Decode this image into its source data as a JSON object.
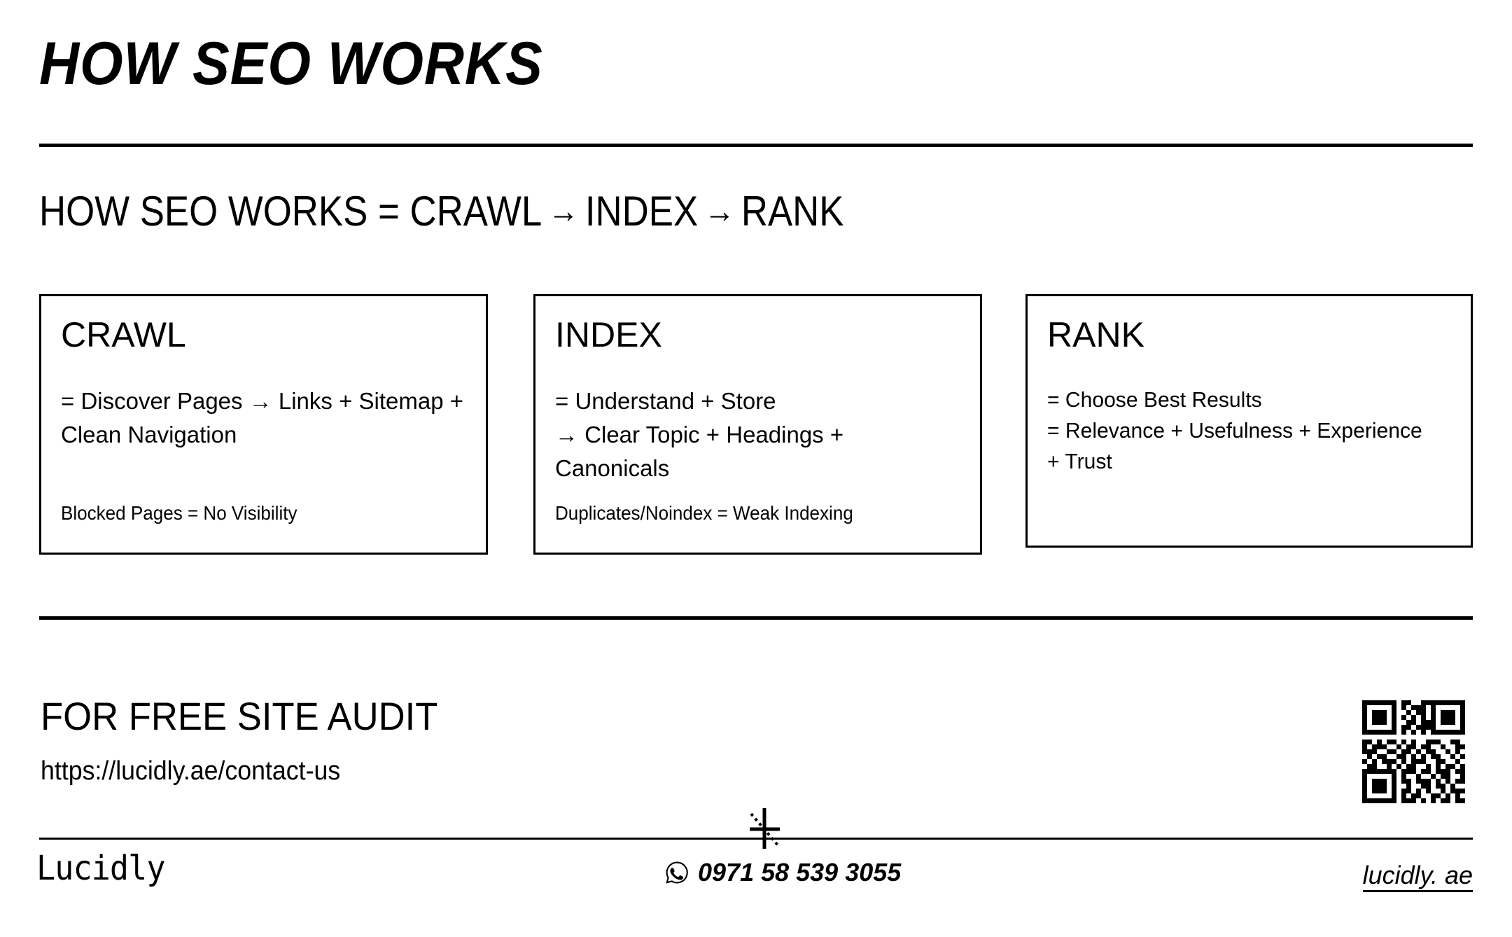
{
  "document": {
    "title": "HOW SEO WORKS",
    "formula": {
      "prefix": "HOW SEO WORKS = CRAWL",
      "arrow": "→",
      "middle": "INDEX",
      "arrow2": "→",
      "suffix": "RANK",
      "full_text": "HOW SEO WORKS = CRAWL → INDEX → RANK"
    }
  },
  "stages": [
    {
      "id": "crawl",
      "title": "CRAWL",
      "body": "= Discover Pages  →  Links + Sitemap + Clean Navigation",
      "note": "Blocked Pages = No Visibility"
    },
    {
      "id": "index",
      "title": "INDEX",
      "body": "= Understand + Store\n →  Clear Topic + Headings + Canonicals",
      "note": "Duplicates/Noindex = Weak Indexing"
    },
    {
      "id": "rank",
      "title": "RANK",
      "body": "= Choose Best Results\n = Relevance + Usefulness + Experience + Trust",
      "note": ""
    }
  ],
  "cta": {
    "heading": "FOR FREE SITE AUDIT",
    "url": "https://lucidly.ae/contact-us",
    "qr_icon": "qr-code"
  },
  "footer": {
    "brand": "Lucidly",
    "phone": "0971 58 539 3055",
    "phone_icon": "whatsapp-icon",
    "site": "lucidly. ae",
    "crop_mark_icon": "registration-crop-mark"
  },
  "colors": {
    "ink": "#000000",
    "paper": "#ffffff"
  }
}
